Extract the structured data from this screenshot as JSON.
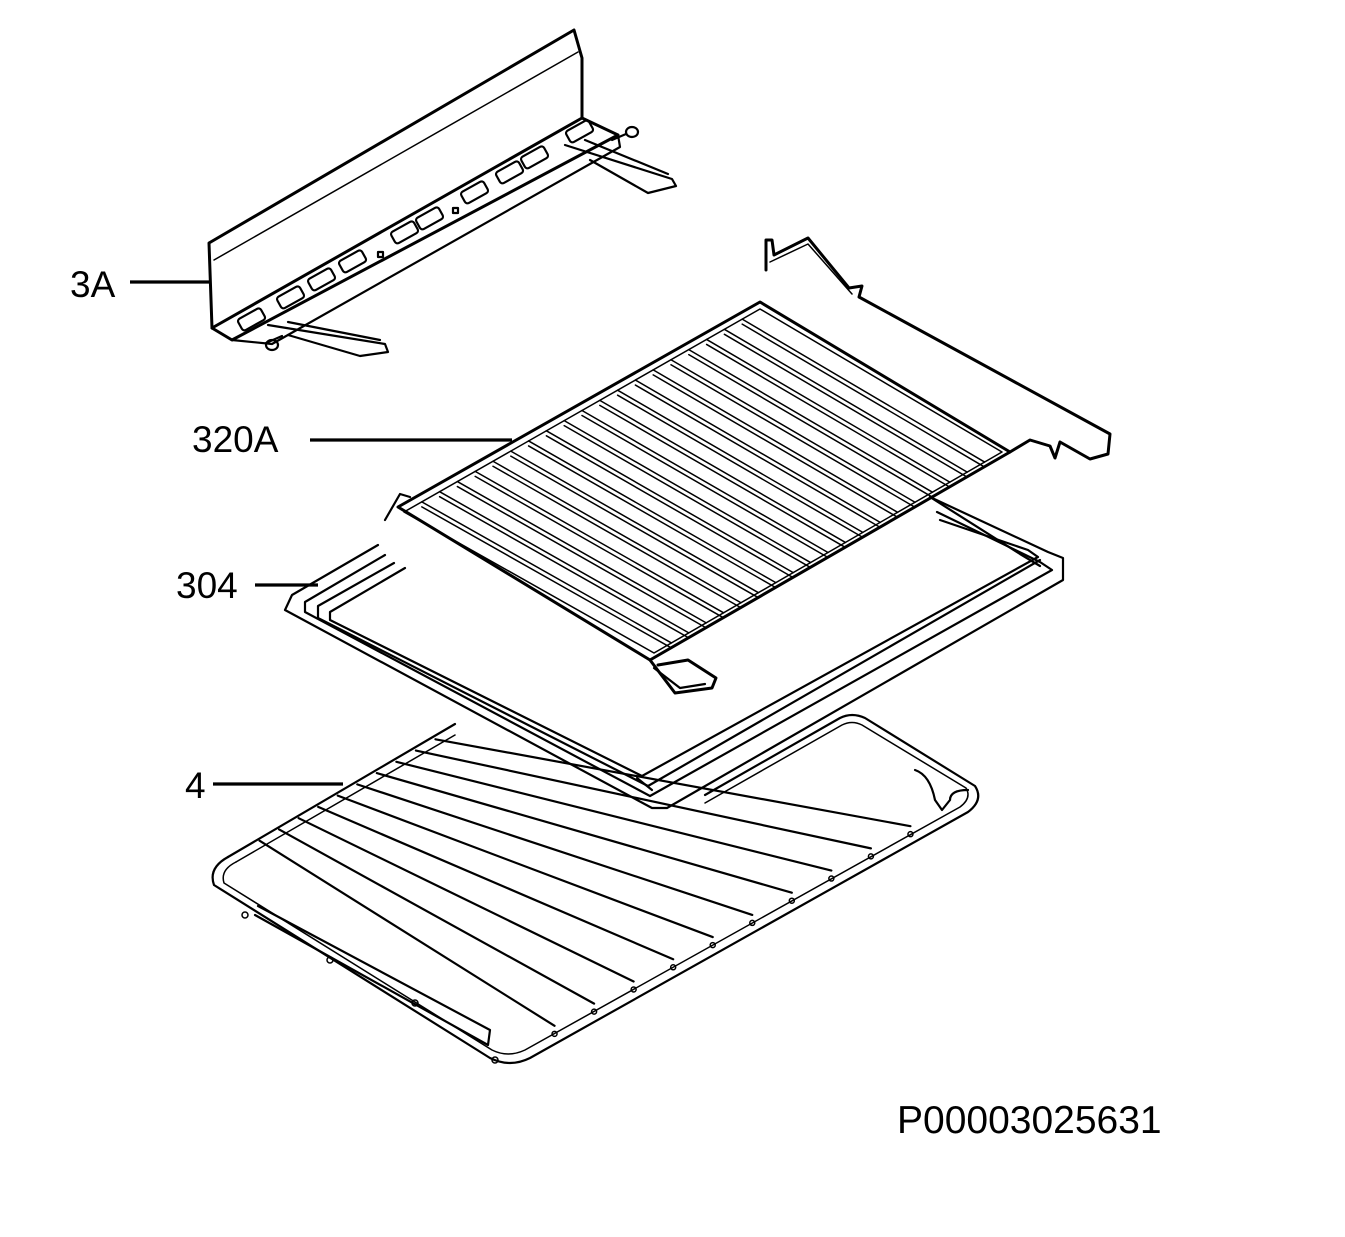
{
  "parts": [
    {
      "id": "3A",
      "label": "3A"
    },
    {
      "id": "320A",
      "label": "320A"
    },
    {
      "id": "304",
      "label": "304"
    },
    {
      "id": "4",
      "label": "4"
    }
  ],
  "reference_code": "P00003025631"
}
